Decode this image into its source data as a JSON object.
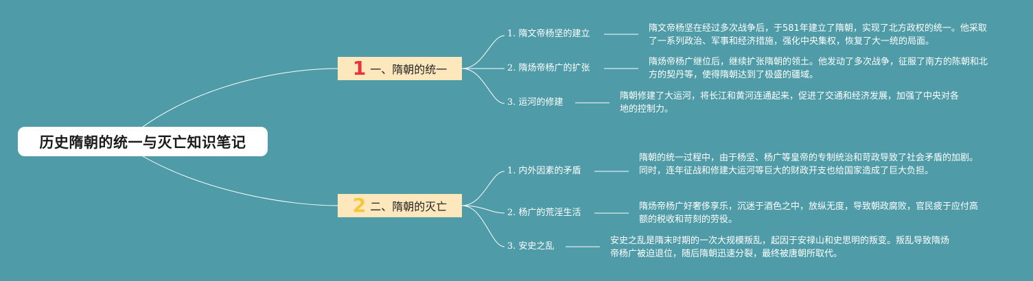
{
  "root": {
    "title": "历史隋朝的统一与灭亡知识笔记"
  },
  "branches": [
    {
      "number": "1",
      "label": "一、隋朝的统一",
      "items": [
        {
          "label": "1. 隋文帝杨坚的建立",
          "text": "隋文帝杨坚在经过多次战争后，于581年建立了隋朝，实现了北方政权的统一。他采取了一系列政治、军事和经济措施，强化中央集权，恢复了大一统的局面。"
        },
        {
          "label": "2. 隋炀帝杨广的扩张",
          "text": "隋炀帝杨广继位后，继续扩张隋朝的领土。他发动了多次战争，征服了南方的陈朝和北方的契丹等，使得隋朝达到了极盛的疆域。"
        },
        {
          "label": "3. 运河的修建",
          "text": "隋朝修建了大运河，将长江和黄河连通起来，促进了交通和经济发展，加强了中央对各地的控制力。"
        }
      ]
    },
    {
      "number": "2",
      "label": "二、隋朝的灭亡",
      "items": [
        {
          "label": "1. 内外因素的矛盾",
          "text": "隋朝的统一过程中，由于杨坚、杨广等皇帝的专制统治和苛政导致了社会矛盾的加剧。同时，连年征战和修建大运河等巨大的财政开支也给国家造成了巨大负担。"
        },
        {
          "label": "2. 杨广的荒淫生活",
          "text": "隋炀帝杨广好奢侈享乐，沉迷于酒色之中，放纵无度，导致朝政腐败，官民疲于应付高额的税收和苛刻的劳役。"
        },
        {
          "label": "3. 安史之乱",
          "text": "安史之乱是隋末时期的一次大规模叛乱，起因于安禄山和史思明的叛变。叛乱导致隋炀帝杨广被迫退位，随后隋朝迅速分裂，最终被唐朝所取代。"
        }
      ]
    }
  ]
}
